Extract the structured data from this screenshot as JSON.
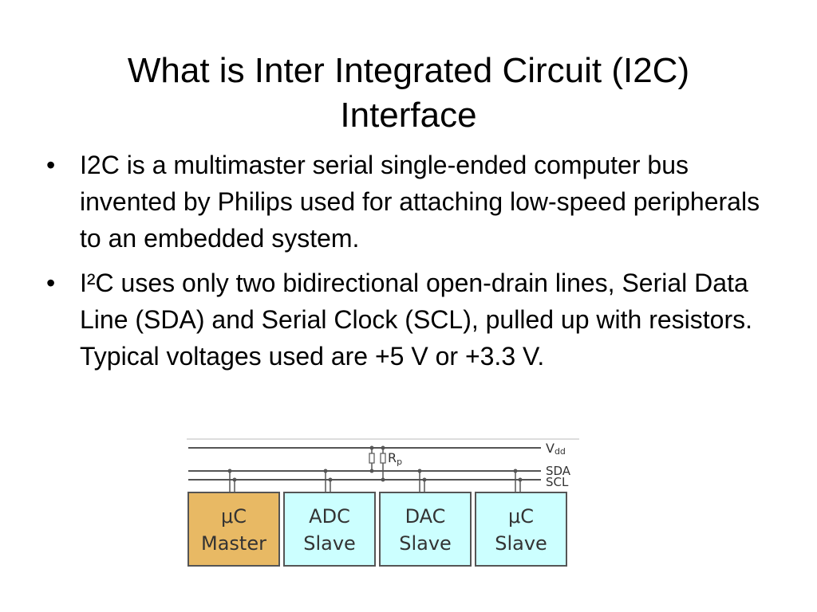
{
  "slide": {
    "title_line1": "What is Inter Integrated Circuit (I2C)",
    "title_line2": "Interface",
    "bullets": [
      "I2C is a multimaster serial single-ended computer bus invented by Philips used for attaching low-speed peripherals to an embedded system.",
      "I²C uses only two bidirectional open-drain lines, Serial Data Line (SDA) and Serial Clock (SCL), pulled up with resistors. Typical voltages used are +5 V or +3.3 V."
    ],
    "bullet_glyph": "•"
  },
  "diagram": {
    "vdd_label": "V",
    "vdd_sub": "dd",
    "sda_label": "SDA",
    "scl_label": "SCL",
    "rp_label": "R",
    "rp_sub": "p",
    "blocks": [
      {
        "line1": "μC",
        "line2": "Master"
      },
      {
        "line1": "ADC",
        "line2": "Slave"
      },
      {
        "line1": "DAC",
        "line2": "Slave"
      },
      {
        "line1": "μC",
        "line2": "Slave"
      }
    ],
    "colors": {
      "master_fill": "#e8b964",
      "slave_fill": "#ccffff",
      "line": "#555555"
    }
  }
}
